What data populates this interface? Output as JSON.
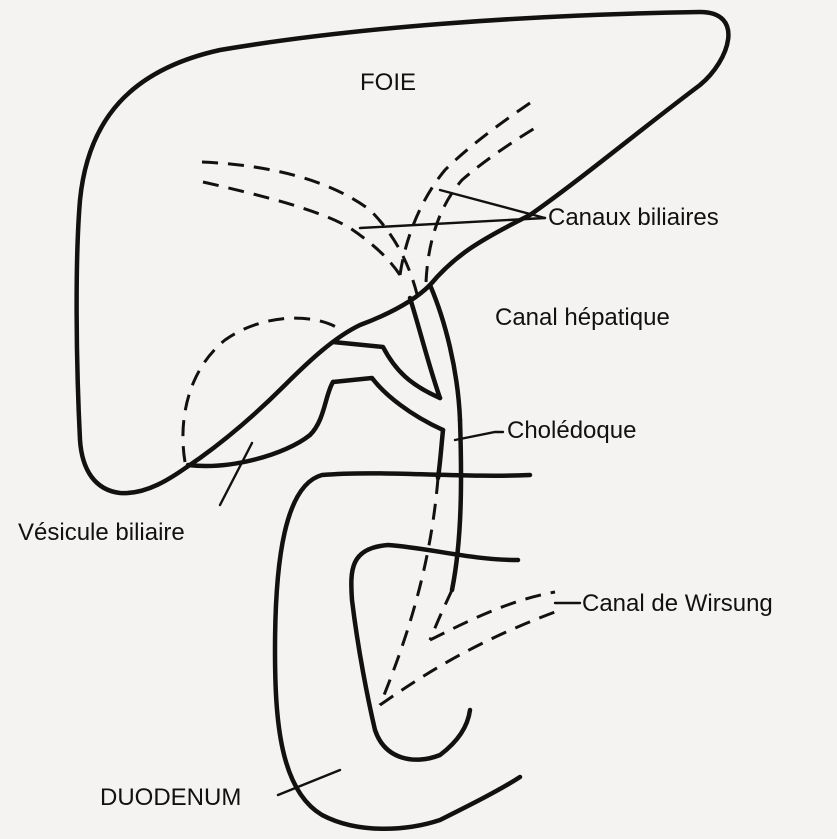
{
  "diagram": {
    "labels": {
      "foie": "FOIE",
      "canaux_biliaires": "Canaux biliaires",
      "canal_hepatique": "Canal hépatique",
      "choledoque": "Cholédoque",
      "vesicule_biliaire": "Vésicule biliaire",
      "canal_de_wirsung": "Canal de Wirsung",
      "duodenum": "DUODENUM"
    }
  }
}
